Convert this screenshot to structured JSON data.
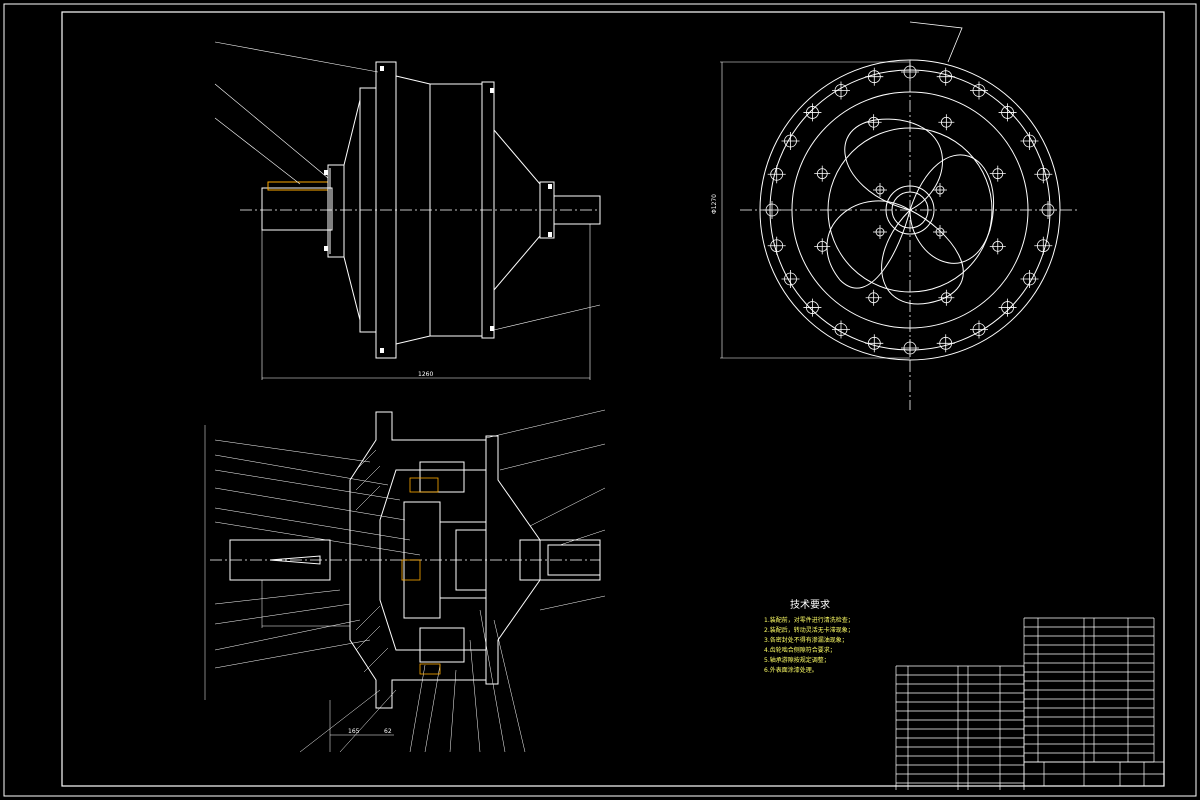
{
  "tech_notes": {
    "title": "技术要求",
    "lines": [
      "1.装配前，对零件进行清洗检查；",
      "2.装配后，转动灵活无卡滞现象；",
      "3.各密封处不得有渗漏油现象；",
      "4.齿轮啮合侧隙符合要求；",
      "5.轴承游隙按规定调整；",
      "6.外表面涂漆处理。"
    ]
  },
  "dims": {
    "overall_length": "1260",
    "flange_diameter": "Φ1270",
    "bottom_offset": "165",
    "bottom_width": "62"
  }
}
